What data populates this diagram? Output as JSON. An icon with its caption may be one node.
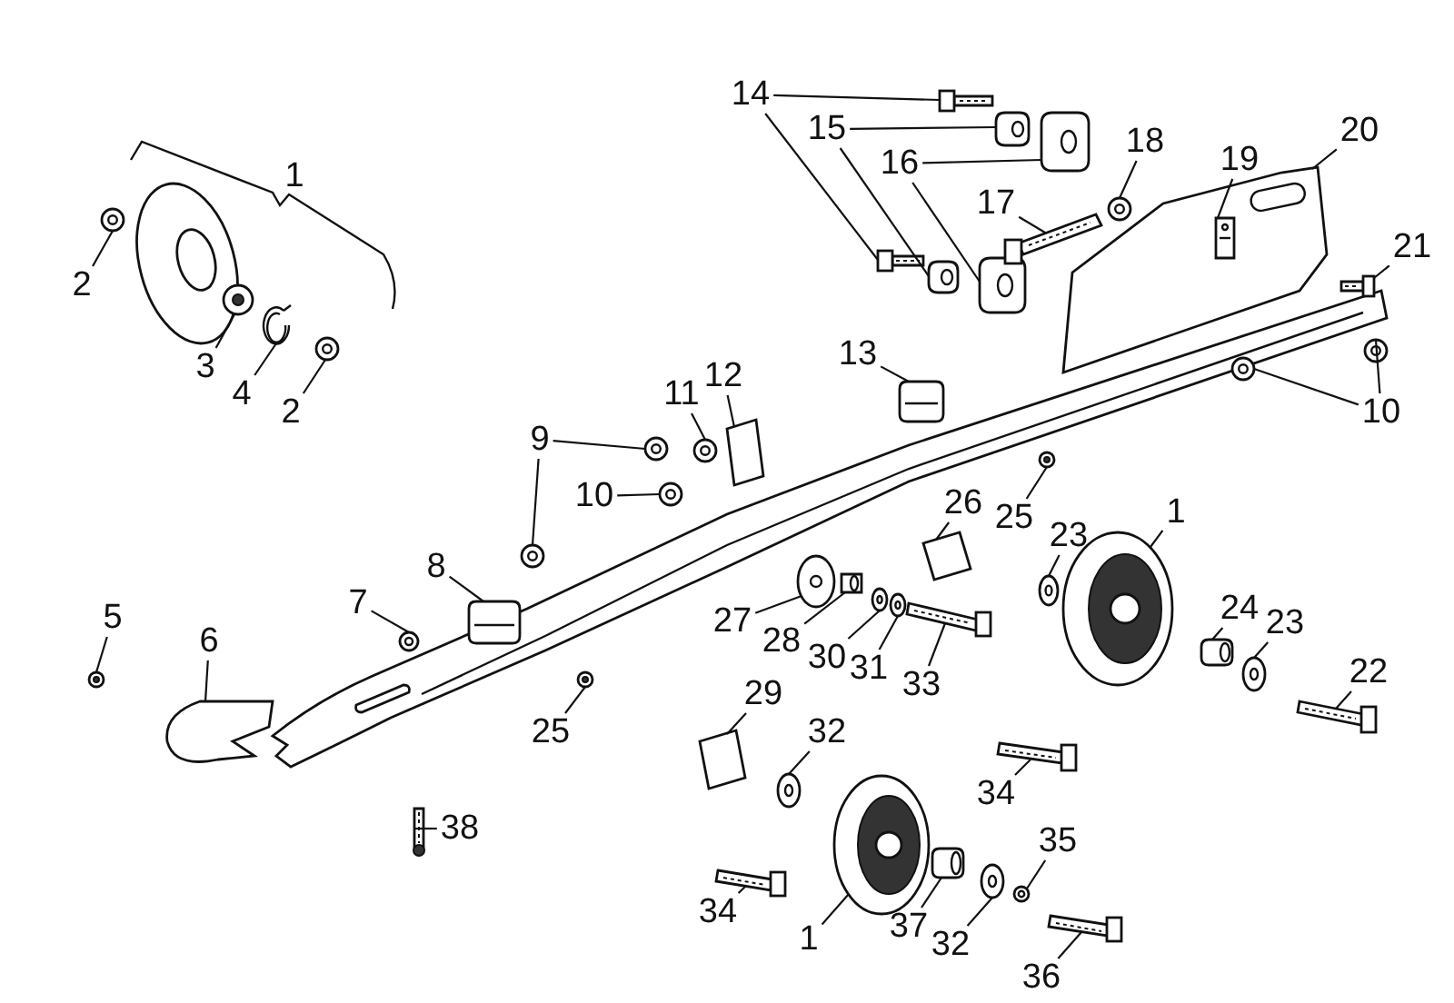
{
  "diagram": {
    "nodes": [
      {
        "text": [
          "14"
        ]
      },
      {
        "text": [
          "15"
        ]
      },
      {
        "text": [
          "16"
        ]
      },
      {
        "text": [
          "18"
        ]
      },
      {
        "text": [
          "19"
        ]
      },
      {
        "text": [
          "20"
        ]
      },
      {
        "text": [
          "17"
        ]
      },
      {
        "text": [
          "21"
        ]
      },
      {
        "text": [
          "2"
        ]
      },
      {
        "text": [
          "3"
        ]
      },
      {
        "text": [
          "4"
        ]
      },
      {
        "text": [
          "2"
        ]
      },
      {
        "text": [
          "13"
        ]
      },
      {
        "text": [
          "12"
        ]
      },
      {
        "text": [
          "11"
        ]
      },
      {
        "text": [
          "10"
        ]
      },
      {
        "text": [
          "9"
        ]
      },
      {
        "text": [
          "10"
        ]
      },
      {
        "text": [
          "26"
        ]
      },
      {
        "text": [
          "25"
        ]
      },
      {
        "text": [
          "1"
        ]
      },
      {
        "text": [
          "23"
        ]
      },
      {
        "text": [
          "8"
        ]
      },
      {
        "text": [
          "7"
        ]
      },
      {
        "text": [
          "5"
        ]
      },
      {
        "text": [
          "6"
        ]
      },
      {
        "text": [
          "27"
        ]
      },
      {
        "text": [
          "28"
        ]
      },
      {
        "text": [
          "30"
        ]
      },
      {
        "text": [
          "31"
        ]
      },
      {
        "text": [
          "33"
        ]
      },
      {
        "text": [
          "24"
        ]
      },
      {
        "text": [
          "23"
        ]
      },
      {
        "text": [
          "22"
        ]
      },
      {
        "text": [
          "29"
        ]
      },
      {
        "text": [
          "25"
        ]
      },
      {
        "text": [
          "32"
        ]
      },
      {
        "text": [
          "34"
        ]
      },
      {
        "text": [
          "38"
        ]
      },
      {
        "text": [
          "35"
        ]
      },
      {
        "text": [
          "34"
        ]
      },
      {
        "text": [
          "1"
        ]
      },
      {
        "text": [
          "37"
        ]
      },
      {
        "text": [
          "32"
        ]
      },
      {
        "text": [
          "36"
        ]
      },
      {
        "text": [],
        "shape": "picture"
      },
      {
        "text": [],
        "shape": "picture"
      },
      {
        "text": [],
        "shape": "picture"
      },
      {
        "text": [],
        "shape": "picture"
      },
      {
        "text": [],
        "shape": "picture"
      },
      {
        "text": [],
        "shape": "picture"
      },
      {
        "text": [],
        "shape": "picture"
      },
      {
        "text": [],
        "shape": "picture",
        "in": 53
      },
      {
        "text": [],
        "shape": "picture"
      },
      {
        "text": [],
        "shape": "picture"
      },
      {
        "text": [],
        "shape": "picture"
      },
      {
        "text": [],
        "shape": "picture"
      },
      {
        "text": [],
        "shape": "picture"
      },
      {
        "text": [],
        "shape": "picture"
      },
      {
        "text": [],
        "shape": "picture"
      },
      {
        "text": [],
        "shape": "picture"
      },
      {
        "text": [],
        "shape": "picture"
      },
      {
        "text": [],
        "shape": "picture"
      },
      {
        "text": [],
        "shape": "picture"
      },
      {
        "text": [],
        "shape": "picture"
      },
      {
        "text": [],
        "shape": "picture"
      },
      {
        "text": [],
        "shape": "picture"
      },
      {
        "text": [],
        "shape": "picture"
      },
      {
        "text": [],
        "shape": "picture"
      },
      {
        "text": [],
        "shape": "picture"
      },
      {
        "text": [],
        "shape": "picture"
      },
      {
        "text": [],
        "shape": "picture"
      },
      {
        "text": [],
        "shape": "picture"
      },
      {
        "text": [],
        "shape": "picture"
      },
      {
        "text": [],
        "shape": "picture"
      },
      {
        "text": [],
        "shape": "picture"
      },
      {
        "text": [],
        "shape": "picture"
      },
      {
        "text": [],
        "shape": "picture"
      },
      {
        "text": [],
        "shape": "picture"
      },
      {
        "text": [],
        "shape": "picture"
      },
      {
        "text": [],
        "shape": "picture"
      },
      {
        "text": [],
        "shape": "picture"
      },
      {
        "text": [],
        "shape": "picture"
      },
      {
        "text": [],
        "shape": "picture"
      },
      {
        "text": [],
        "shape": "picture"
      },
      {
        "text": [],
        "shape": "picture"
      },
      {
        "text": [],
        "shape": "picture"
      },
      {
        "text": [],
        "shape": "picture"
      },
      {
        "text": [],
        "shape": "picture"
      },
      {
        "text": [],
        "shape": "picture"
      },
      {
        "text": [],
        "shape": "picture"
      },
      {
        "text": [],
        "shape": "picture"
      },
      {
        "text": [],
        "shape": "picture"
      },
      {
        "text": [],
        "shape": "picture"
      },
      {
        "text": [],
        "shape": "picture"
      }
    ],
    "edges": [
      {
        "from": 0,
        "to": 45,
        "arrow": "none"
      },
      {
        "from": 0,
        "to": 46,
        "arrow": "none"
      },
      {
        "from": 1,
        "to": 47,
        "arrow": "none"
      },
      {
        "from": 1,
        "to": 48,
        "arrow": "none"
      },
      {
        "from": 2,
        "to": 49,
        "arrow": "none"
      },
      {
        "from": 2,
        "to": 50,
        "arrow": "none"
      },
      {
        "from": 3,
        "to": 51,
        "arrow": "none"
      },
      {
        "from": 4,
        "to": 52,
        "arrow": "none"
      },
      {
        "from": 5,
        "to": 53,
        "arrow": "none"
      },
      {
        "from": 6,
        "to": 54,
        "arrow": "none"
      },
      {
        "from": 7,
        "to": 55,
        "arrow": "none"
      },
      {
        "from": 8,
        "to": 56,
        "arrow": "none"
      },
      {
        "from": 9,
        "to": 57,
        "arrow": "none"
      },
      {
        "from": 10,
        "to": 58,
        "arrow": "none"
      },
      {
        "from": 11,
        "to": 59,
        "arrow": "none"
      },
      {
        "from": 12,
        "to": 60,
        "arrow": "none"
      },
      {
        "from": 13,
        "to": 61,
        "arrow": "none"
      },
      {
        "from": 14,
        "to": 62,
        "arrow": "none"
      },
      {
        "from": 15,
        "to": 63,
        "arrow": "none"
      },
      {
        "from": 15,
        "to": 64,
        "arrow": "none"
      },
      {
        "from": 16,
        "to": 65,
        "arrow": "none"
      },
      {
        "from": 16,
        "to": 66,
        "arrow": "none"
      },
      {
        "from": 17,
        "to": 67,
        "arrow": "none"
      },
      {
        "from": 18,
        "to": 68,
        "arrow": "none"
      },
      {
        "from": 19,
        "to": 69,
        "arrow": "none"
      },
      {
        "from": 20,
        "to": 70,
        "arrow": "none"
      },
      {
        "from": 21,
        "to": 71,
        "arrow": "none"
      },
      {
        "from": 22,
        "to": 72,
        "arrow": "none"
      },
      {
        "from": 23,
        "to": 73,
        "arrow": "none"
      },
      {
        "from": 24,
        "to": 74,
        "arrow": "none"
      },
      {
        "from": 25,
        "to": 75,
        "arrow": "none"
      },
      {
        "from": 26,
        "to": 76,
        "arrow": "none"
      },
      {
        "from": 27,
        "to": 77,
        "arrow": "none"
      },
      {
        "from": 28,
        "to": 78,
        "arrow": "none"
      },
      {
        "from": 29,
        "to": 79,
        "arrow": "none"
      },
      {
        "from": 30,
        "to": 80,
        "arrow": "none"
      },
      {
        "from": 31,
        "to": 81,
        "arrow": "none"
      },
      {
        "from": 32,
        "to": 82,
        "arrow": "none"
      },
      {
        "from": 33,
        "to": 83,
        "arrow": "none"
      },
      {
        "from": 34,
        "to": 84,
        "arrow": "none"
      },
      {
        "from": 35,
        "to": 85,
        "arrow": "none"
      },
      {
        "from": 36,
        "to": 86,
        "arrow": "none"
      },
      {
        "from": 37,
        "to": 87,
        "arrow": "none"
      },
      {
        "from": 38,
        "to": 88,
        "arrow": "none"
      },
      {
        "from": 39,
        "to": 89,
        "arrow": "none"
      },
      {
        "from": 40,
        "to": 90,
        "arrow": "none"
      },
      {
        "from": 41,
        "to": 91,
        "arrow": "none"
      },
      {
        "from": 42,
        "to": 92,
        "arrow": "none"
      },
      {
        "from": 43,
        "to": 93,
        "arrow": "none"
      },
      {
        "from": 44,
        "to": 94,
        "arrow": "none"
      }
    ],
    "labels": [
      "1"
    ]
  }
}
